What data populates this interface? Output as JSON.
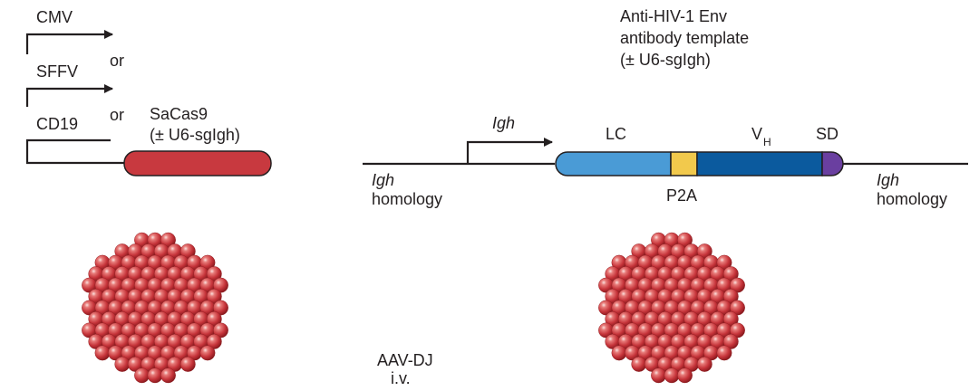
{
  "left_construct": {
    "promoters": [
      "CMV",
      "SFFV",
      "CD19"
    ],
    "or_1": "or",
    "or_2": "or",
    "gene_label": "SaCas9",
    "gene_sublabel": "(± U6-sgIgh)",
    "gene_color": "#c8393f"
  },
  "right_construct": {
    "title_lines": [
      "Anti-HIV-1 Env",
      "antibody template",
      "(± U6-sgIgh)"
    ],
    "promoter_label": "Igh",
    "left_homology": [
      "Igh",
      "homology"
    ],
    "right_homology": [
      "Igh",
      "homology"
    ],
    "segments": {
      "lc": {
        "label": "LC",
        "color": "#4a9bd6"
      },
      "p2a": {
        "label": "P2A",
        "color": "#f2c94c"
      },
      "vh": {
        "label": "V",
        "sub": "H",
        "color": "#0b5a9e"
      },
      "sd": {
        "label": "SD",
        "color": "#6a3fa0"
      }
    }
  },
  "delivery": {
    "line1": "AAV-DJ",
    "line2": "i.v."
  },
  "capsid_color": "#c8393f"
}
